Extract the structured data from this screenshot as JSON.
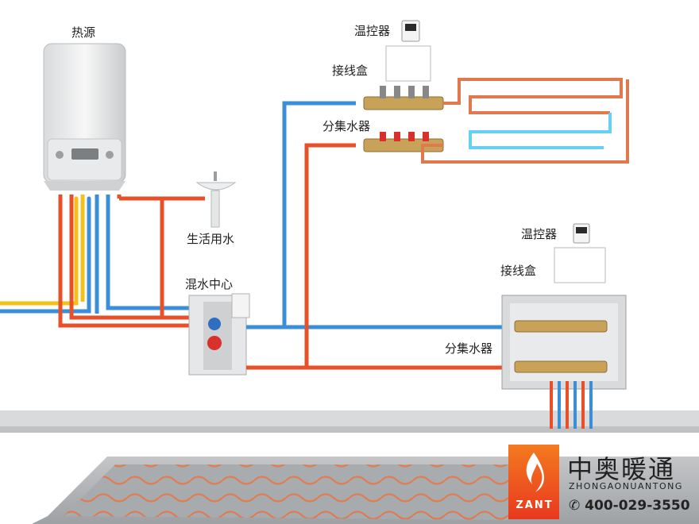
{
  "labels": {
    "heat_source": "热源",
    "domestic_water": "生活用水",
    "mixing_center": "混水中心",
    "thermostat_top": "温控器",
    "junction_box_top": "接线盒",
    "manifold_top": "分集水器",
    "thermostat_right": "温控器",
    "junction_box_right": "接线盒",
    "manifold_right": "分集水器"
  },
  "brand": {
    "name_cn": "中奥暖通",
    "name_en": "ZHONGAONUANTONG",
    "logo_text": "ZANT",
    "phone": "400-029-3550"
  },
  "colors": {
    "hot_pipe": "#e8502a",
    "cold_pipe": "#3b8fd9",
    "yellow_pipe": "#f2c21a",
    "floor_pipe": "#e07a4e",
    "brand_orange": "#f05a22"
  }
}
